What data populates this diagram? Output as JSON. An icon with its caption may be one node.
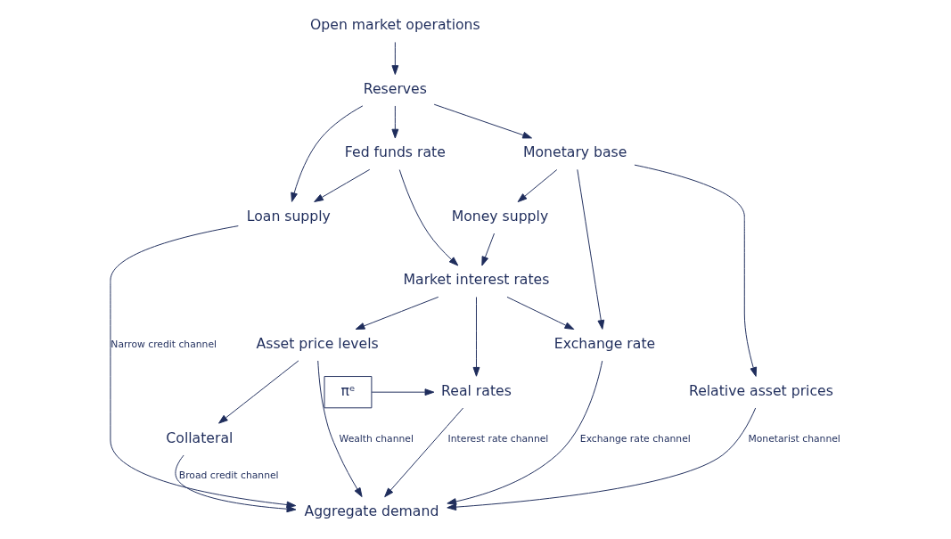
{
  "diagram": {
    "nodes": [
      {
        "text": [
          "Open market operations"
        ]
      },
      {
        "text": [
          "Reserves"
        ]
      },
      {
        "text": [
          "Fed funds rate"
        ]
      },
      {
        "text": [
          "Monetary base"
        ]
      },
      {
        "text": [
          "Loan supply"
        ]
      },
      {
        "text": [
          "Money supply"
        ]
      },
      {
        "text": [
          "Market interest rates"
        ]
      },
      {
        "text": [
          "Asset price levels"
        ]
      },
      {
        "text": [
          "Exchange rate"
        ]
      },
      {
        "text": [
          "Real rates"
        ]
      },
      {
        "text": [
          "πᵉ"
        ]
      },
      {
        "text": [
          "Relative asset prices"
        ]
      },
      {
        "text": [
          "Collateral"
        ]
      },
      {
        "text": [
          "Aggregate demand"
        ]
      }
    ],
    "edges": [
      {
        "from": 0,
        "to": 1,
        "arrow": "to"
      },
      {
        "from": 1,
        "to": 4,
        "arrow": "to"
      },
      {
        "from": 1,
        "to": 2,
        "arrow": "to"
      },
      {
        "from": 1,
        "to": 3,
        "arrow": "to"
      },
      {
        "from": 2,
        "to": 4,
        "arrow": "to"
      },
      {
        "from": 2,
        "to": 6,
        "arrow": "to"
      },
      {
        "from": 3,
        "to": 5,
        "arrow": "to"
      },
      {
        "from": 3,
        "to": 8,
        "arrow": "to"
      },
      {
        "from": 3,
        "to": 11,
        "arrow": "to"
      },
      {
        "from": 5,
        "to": 6,
        "arrow": "to"
      },
      {
        "from": 6,
        "to": 7,
        "arrow": "to"
      },
      {
        "from": 6,
        "to": 9,
        "arrow": "to"
      },
      {
        "from": 6,
        "to": 8,
        "arrow": "to"
      },
      {
        "from": 7,
        "to": 12,
        "arrow": "to"
      },
      {
        "from": 10,
        "to": 9,
        "arrow": "to"
      },
      {
        "from": 4,
        "to": 13,
        "arrow": "to",
        "label": "Narrow credit channel"
      },
      {
        "from": 12,
        "to": 13,
        "arrow": "to",
        "label": "Broad credit channel"
      },
      {
        "from": 7,
        "to": 13,
        "arrow": "to",
        "label": "Wealth channel"
      },
      {
        "from": 9,
        "to": 13,
        "arrow": "to",
        "label": "Interest rate channel"
      },
      {
        "from": 8,
        "to": 13,
        "arrow": "to",
        "label": "Exchange rate channel"
      },
      {
        "from": 11,
        "to": 13,
        "arrow": "to",
        "label": "Monetarist channel"
      }
    ]
  }
}
